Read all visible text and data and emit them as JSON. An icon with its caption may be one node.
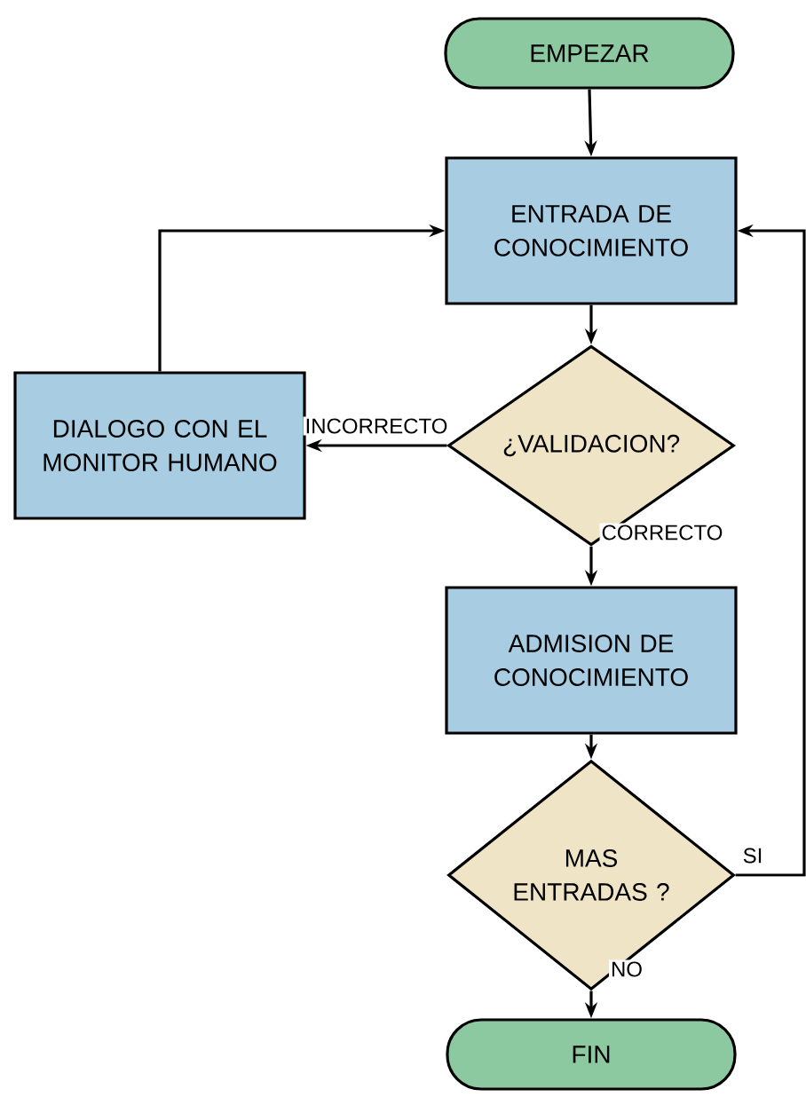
{
  "diagram": {
    "nodes": [
      {
        "text": [
          "EMPEZAR"
        ]
      },
      {
        "text": [
          "ENTRADA DE CONOCIMIENTO"
        ]
      },
      {
        "text": [
          "DIALOGO CON EL MONITOR HUMANO"
        ]
      },
      {
        "text": [
          "¿VALIDACION?"
        ]
      },
      {
        "text": [
          "ADMISION DE CONOCIMIENTO"
        ]
      },
      {
        "text": [
          "MAS ENTRADAS ?"
        ]
      },
      {
        "text": [
          "FIN"
        ]
      }
    ],
    "edges": [
      {
        "from": 0,
        "to": 1,
        "arrow": "to"
      },
      {
        "from": 1,
        "to": 3,
        "arrow": "to"
      },
      {
        "from": 3,
        "to": 2,
        "arrow": "to",
        "label": "INCORRECTO"
      },
      {
        "from": 2,
        "to": 1,
        "arrow": "to"
      },
      {
        "from": 3,
        "to": 4,
        "arrow": "to",
        "label": "CORRECTO"
      },
      {
        "from": 4,
        "to": 5,
        "arrow": "to"
      },
      {
        "from": 5,
        "to": 1,
        "arrow": "to",
        "label": "SI"
      },
      {
        "from": 5,
        "to": 6,
        "arrow": "to",
        "label": "NO"
      }
    ]
  }
}
